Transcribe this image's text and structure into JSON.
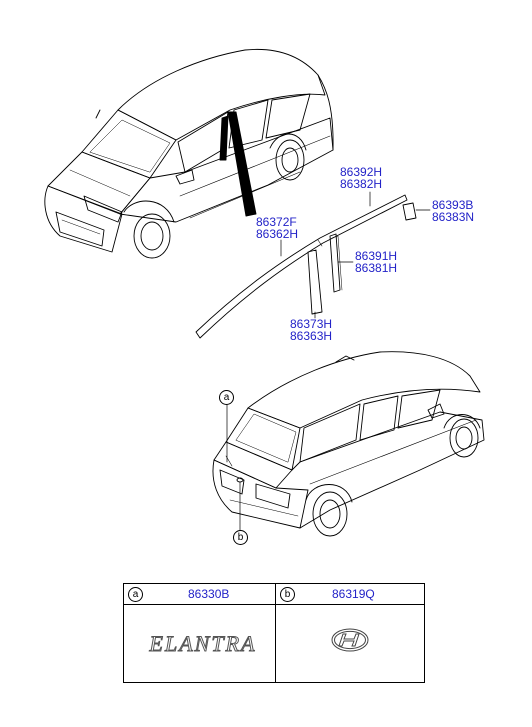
{
  "part_labels": [
    {
      "code_a": "86392H",
      "code_b": "86382H"
    },
    {
      "code_a": "86393B",
      "code_b": "86383N"
    },
    {
      "code_a": "86372F",
      "code_b": "86362H"
    },
    {
      "code_a": "86391H",
      "code_b": "86381H"
    },
    {
      "code_a": "86373H",
      "code_b": "86363H"
    }
  ],
  "callouts": {
    "a": "a",
    "b": "b"
  },
  "legend": {
    "left": {
      "letter": "a",
      "code": "86330B",
      "emblem_text": "ELANTRA"
    },
    "right": {
      "letter": "b",
      "code": "86319Q",
      "emblem_icon": "hyundai-logo-icon"
    }
  },
  "colors": {
    "label": "#2323c8",
    "line": "#000000"
  }
}
